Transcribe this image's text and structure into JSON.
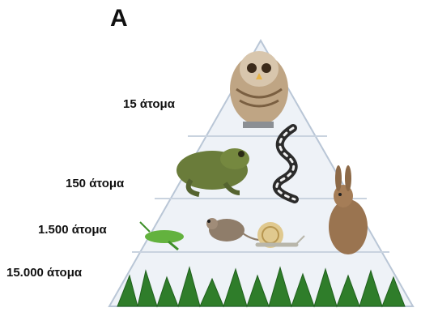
{
  "panel": {
    "letter": "A"
  },
  "pyramid": {
    "levels": [
      {
        "count_label": "15 άτομα",
        "organisms": [
          "owl"
        ]
      },
      {
        "count_label": "150 άτομα",
        "organisms": [
          "frog",
          "snake"
        ]
      },
      {
        "count_label": "1.500 άτομα",
        "organisms": [
          "grasshopper",
          "mouse",
          "snail",
          "rabbit"
        ]
      },
      {
        "count_label": "15.000 άτομα",
        "organisms": [
          "grass"
        ]
      }
    ]
  },
  "colors": {
    "pyramid_fill": "#eef2f7",
    "pyramid_outline": "#b9c6d6",
    "divider": "#c9d3df",
    "grass": "#2f7d2a",
    "text": "#111111"
  }
}
